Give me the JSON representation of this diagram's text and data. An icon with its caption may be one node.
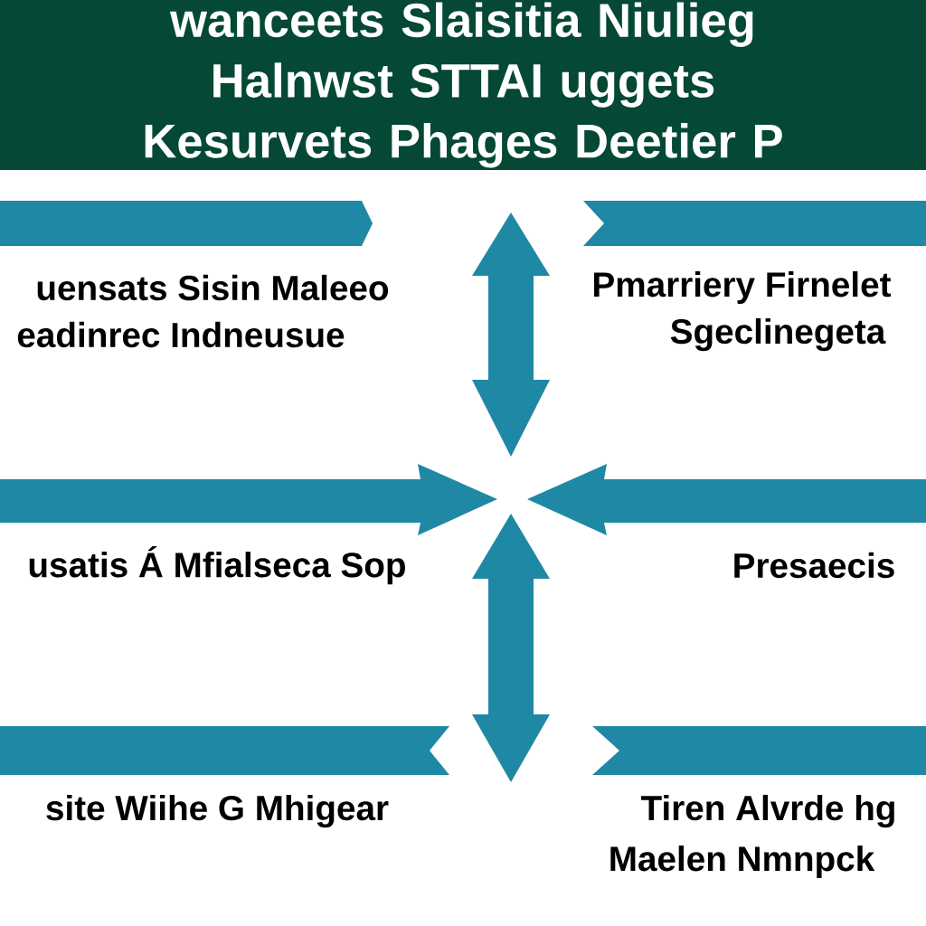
{
  "diagram": {
    "title": "wanceets Slaisitia Niulieg Halnwst STTAI uggets Kesurvets Phages Deetier P",
    "labels": [
      "uensats Sisin Maleeo",
      "Pmarriery Firnelet",
      "eadinrec Indneusue",
      "Sgeclinegeta",
      "usatis Á Mfialseca Sop",
      "Presaecis",
      "site Wiihe G Mhigear",
      "Tiren Alvrde hg",
      "Maelen Nmnpck"
    ]
  }
}
